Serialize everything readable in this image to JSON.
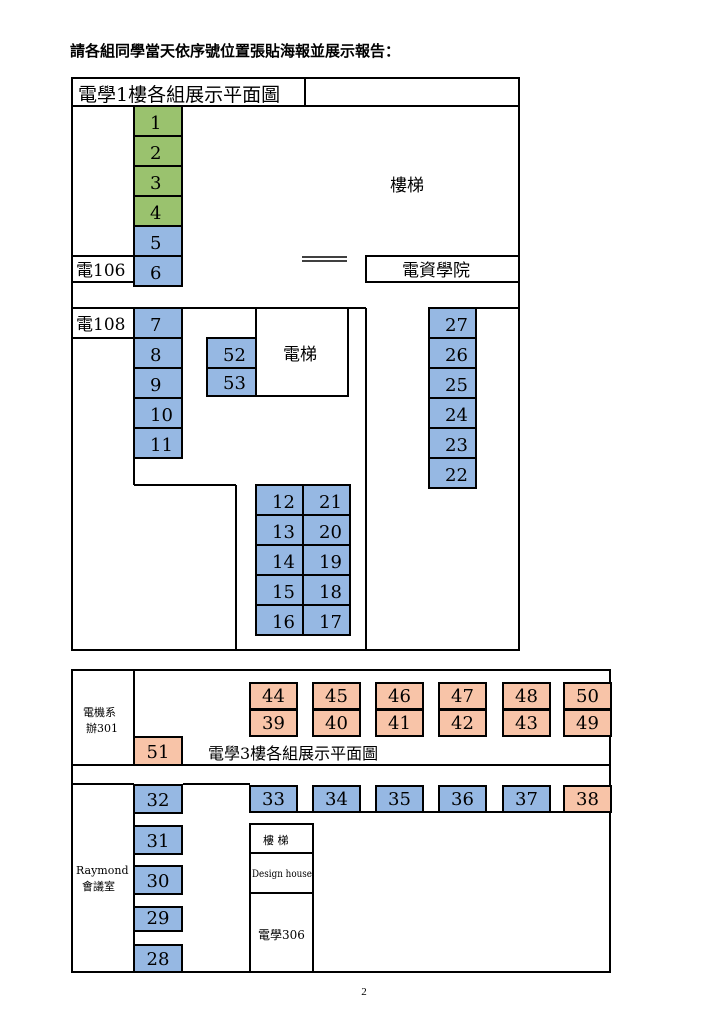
{
  "heading": "請各組同學當天依序號位置張貼海報並展示報告：",
  "colors": {
    "green": "#9ac26e",
    "blue": "#96b8e3",
    "salmon": "#f8c4a8",
    "line": "#000000"
  },
  "floor1": {
    "title": "電學1樓各組展示平面圖",
    "rooms": {
      "stairs": "樓梯",
      "elevator": "電梯",
      "room106": "電106",
      "room108": "電108",
      "college": "電資學院"
    }
  },
  "floor3": {
    "title": "電學3樓各組展示平面圖",
    "rooms": {
      "office_line1": "電機系",
      "office_line2": "辦301",
      "meeting_line1": "Raymond",
      "meeting_line2": "會議室",
      "stairs": "樓 梯",
      "design_house": "Design house",
      "room306": "電學306"
    }
  },
  "booths": [
    {
      "label": "1",
      "color": "green"
    },
    {
      "label": "2",
      "color": "green"
    },
    {
      "label": "3",
      "color": "green"
    },
    {
      "label": "4",
      "color": "green"
    },
    {
      "label": "5",
      "color": "blue"
    },
    {
      "label": "6",
      "color": "blue"
    },
    {
      "label": "7",
      "color": "blue"
    },
    {
      "label": "8",
      "color": "blue"
    },
    {
      "label": "9",
      "color": "blue"
    },
    {
      "label": "10",
      "color": "blue"
    },
    {
      "label": "11",
      "color": "blue"
    },
    {
      "label": "52",
      "color": "blue"
    },
    {
      "label": "53",
      "color": "blue"
    },
    {
      "label": "27",
      "color": "blue"
    },
    {
      "label": "26",
      "color": "blue"
    },
    {
      "label": "25",
      "color": "blue"
    },
    {
      "label": "24",
      "color": "blue"
    },
    {
      "label": "23",
      "color": "blue"
    },
    {
      "label": "22",
      "color": "blue"
    },
    {
      "label": "12",
      "color": "blue"
    },
    {
      "label": "13",
      "color": "blue"
    },
    {
      "label": "14",
      "color": "blue"
    },
    {
      "label": "15",
      "color": "blue"
    },
    {
      "label": "16",
      "color": "blue"
    },
    {
      "label": "21",
      "color": "blue"
    },
    {
      "label": "20",
      "color": "blue"
    },
    {
      "label": "19",
      "color": "blue"
    },
    {
      "label": "18",
      "color": "blue"
    },
    {
      "label": "17",
      "color": "blue"
    },
    {
      "label": "44",
      "color": "salmon"
    },
    {
      "label": "45",
      "color": "salmon"
    },
    {
      "label": "46",
      "color": "salmon"
    },
    {
      "label": "47",
      "color": "salmon"
    },
    {
      "label": "48",
      "color": "salmon"
    },
    {
      "label": "50",
      "color": "salmon"
    },
    {
      "label": "39",
      "color": "salmon"
    },
    {
      "label": "40",
      "color": "salmon"
    },
    {
      "label": "41",
      "color": "salmon"
    },
    {
      "label": "42",
      "color": "salmon"
    },
    {
      "label": "43",
      "color": "salmon"
    },
    {
      "label": "49",
      "color": "salmon"
    },
    {
      "label": "51",
      "color": "salmon"
    },
    {
      "label": "32",
      "color": "blue"
    },
    {
      "label": "31",
      "color": "blue"
    },
    {
      "label": "30",
      "color": "blue"
    },
    {
      "label": "29",
      "color": "blue"
    },
    {
      "label": "28",
      "color": "blue"
    },
    {
      "label": "33",
      "color": "blue"
    },
    {
      "label": "34",
      "color": "blue"
    },
    {
      "label": "35",
      "color": "blue"
    },
    {
      "label": "36",
      "color": "blue"
    },
    {
      "label": "37",
      "color": "blue"
    },
    {
      "label": "38",
      "color": "salmon"
    }
  ],
  "page_number": "2"
}
